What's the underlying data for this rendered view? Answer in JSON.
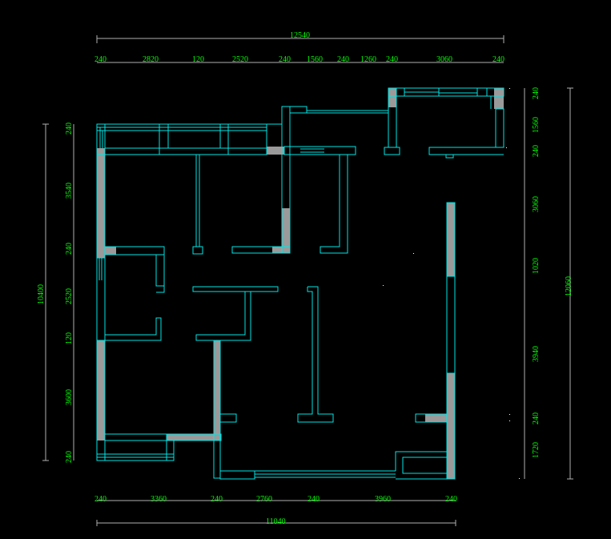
{
  "dimensions": {
    "top_total": "12540",
    "top_segments": [
      "240",
      "2820",
      "120",
      "2520",
      "240",
      "1560",
      "240",
      "1260",
      "240",
      "3060",
      "240"
    ],
    "bottom_total": "11040",
    "bottom_segments": [
      "240",
      "3360",
      "240",
      "2760",
      "240",
      "3960",
      "240"
    ],
    "left_total": "10400",
    "left_segments": [
      "240",
      "3540",
      "240",
      "2520",
      "120",
      "3600",
      "240"
    ],
    "right_total": "12060",
    "right_segments": [
      "240",
      "1560",
      "240",
      "3060",
      "1020",
      "3940",
      "240",
      "1720"
    ]
  },
  "colors": {
    "dimension_text": "#00ff00",
    "walls": "#00e5e5",
    "wall_fill": "#9a9a9a",
    "background": "#000000"
  }
}
